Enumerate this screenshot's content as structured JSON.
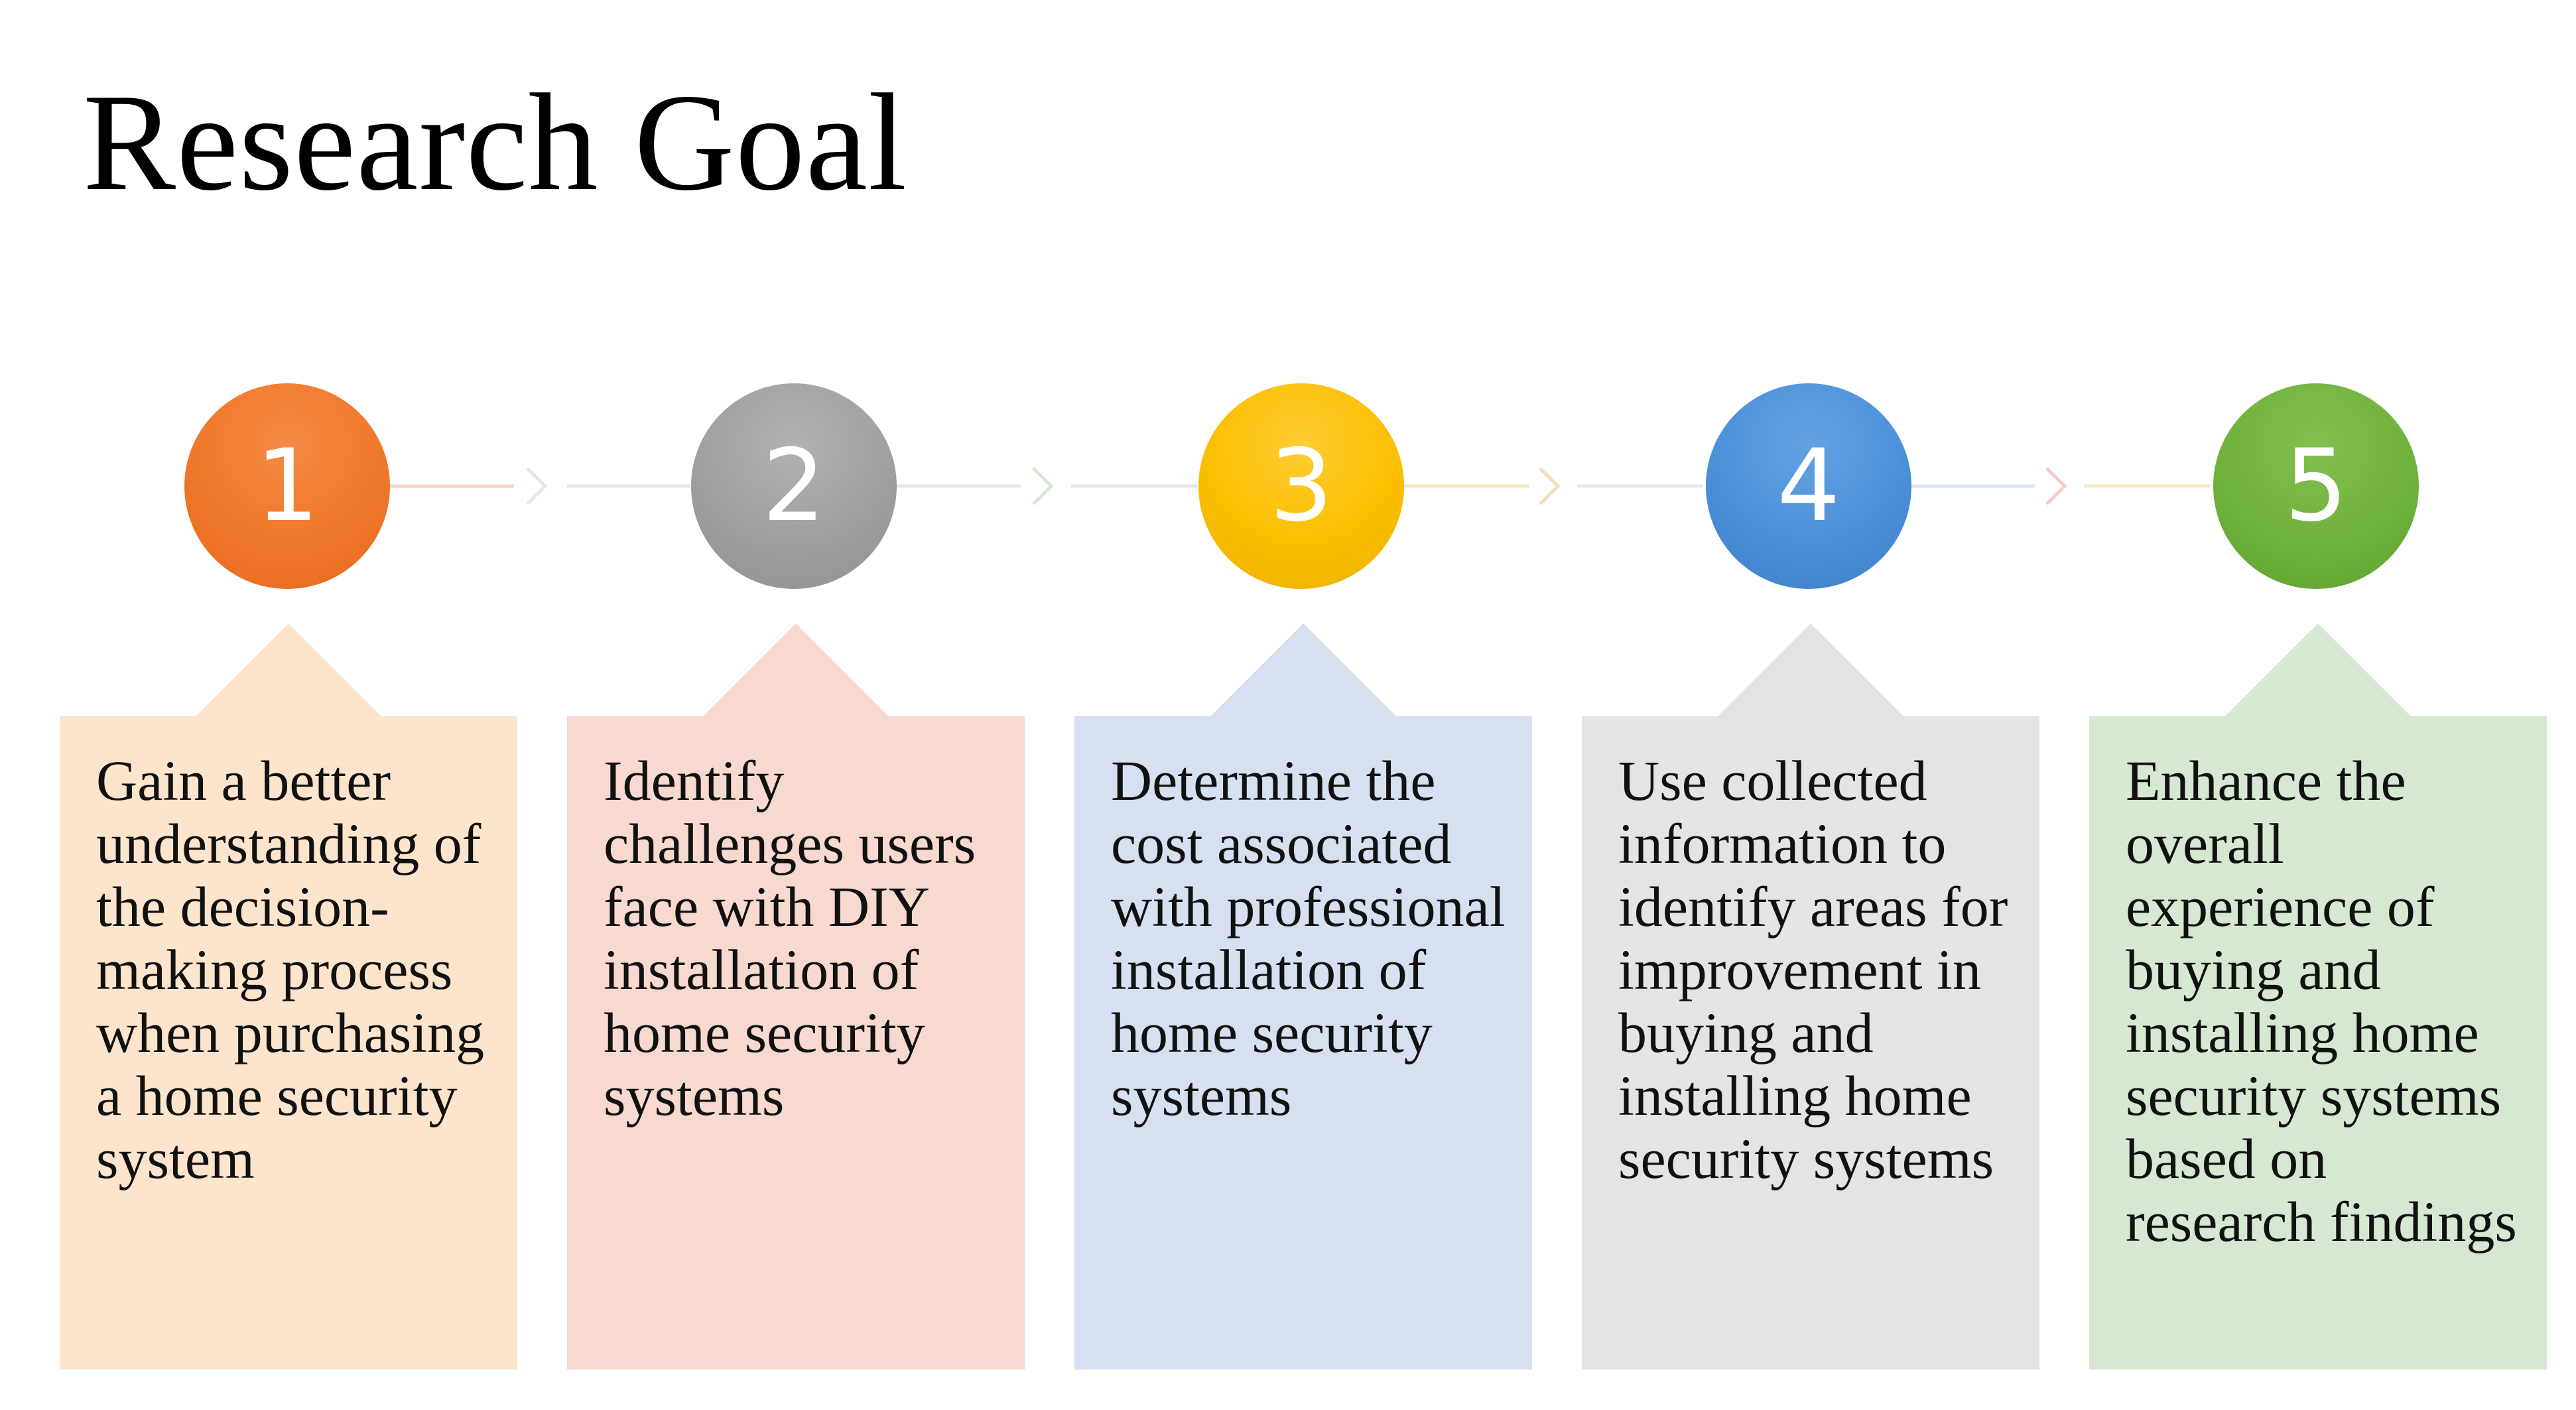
{
  "title": "Research Goal",
  "colors": {
    "step1_circle": "#f27a2a",
    "step2_circle": "#a0a0a0",
    "step3_circle": "#fcc000",
    "step4_circle": "#4a90d9",
    "step5_circle": "#6fb23c",
    "step1_box": "#fde5cd",
    "step2_box": "#f7d9d0",
    "step3_box": "#d6e0f1",
    "step4_box": "#e4e4e4",
    "step5_box": "#d6e8d1"
  },
  "steps": [
    {
      "number": "1",
      "text": "Gain a better understanding of the decision-making process when purchasing a home security system"
    },
    {
      "number": "2",
      "text": "Identify challenges users face with DIY installation of home security systems"
    },
    {
      "number": "3",
      "text": "Determine the cost associated with professional installation of home security systems"
    },
    {
      "number": "4",
      "text": "Use collected information to identify areas for improvement in buying and installing home security systems"
    },
    {
      "number": "5",
      "text": "Enhance the overall experience of buying and installing home security systems based on research findings"
    }
  ]
}
